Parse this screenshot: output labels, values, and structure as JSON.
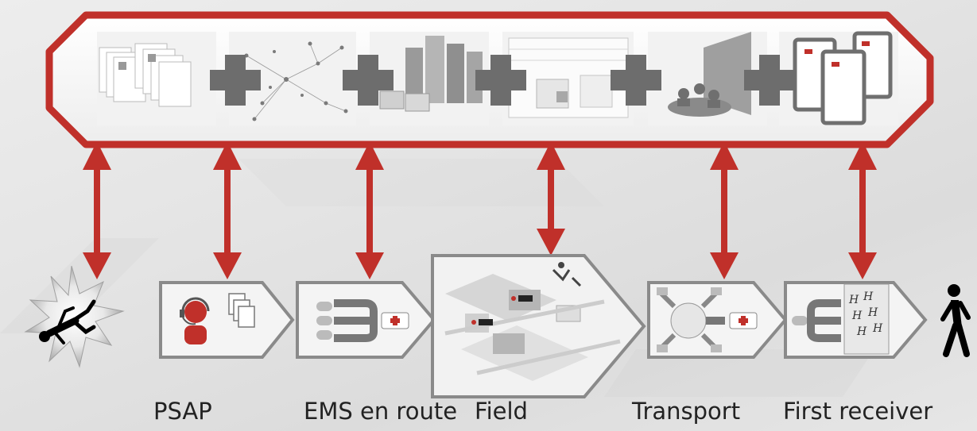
{
  "labels": {
    "psap": "PSAP",
    "ems": "EMS en route",
    "field": "Field",
    "transport": "Transport",
    "first_receiver": "First receiver"
  },
  "icons": {
    "patient": "injured-person-icon",
    "walking": "walking-person-icon",
    "plus": "plus-icon",
    "arrow": "double-arrow-icon"
  },
  "colors": {
    "accent_red": "#c0302a",
    "plus_gray": "#6d6d6d",
    "box_border": "#8a8a8a",
    "box_fill": "#f4f4f4"
  }
}
